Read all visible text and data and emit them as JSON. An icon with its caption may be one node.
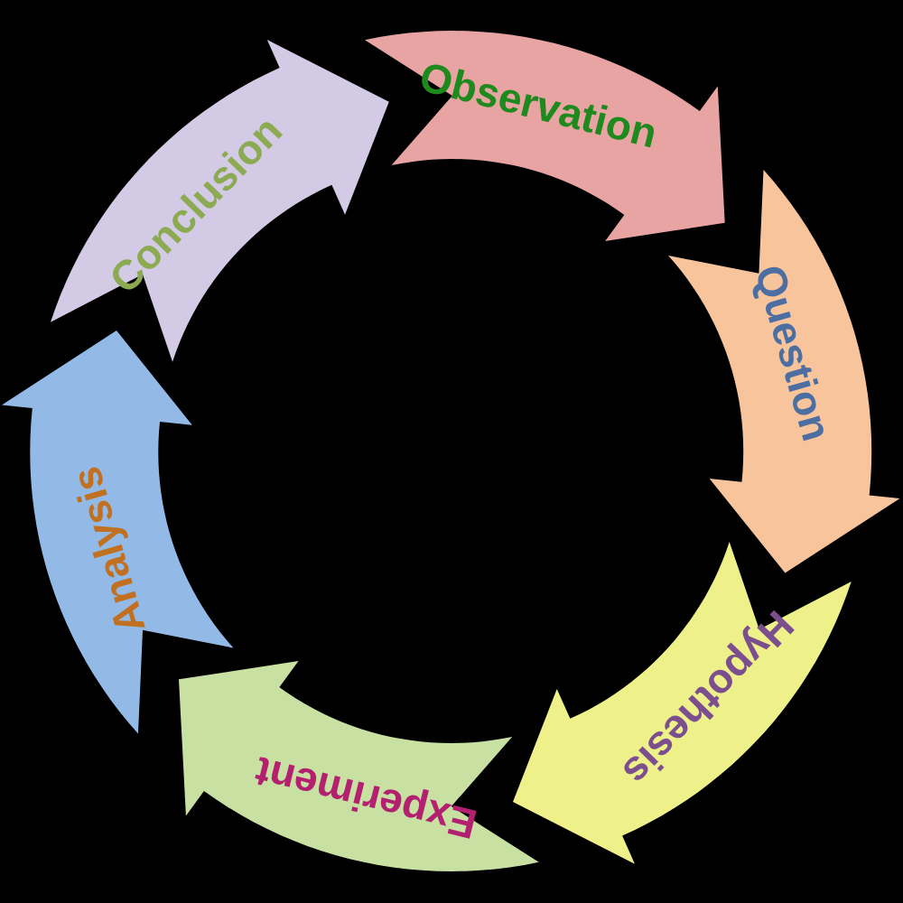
{
  "diagram": {
    "nodes": [
      {
        "text": [
          "Observation"
        ]
      },
      {
        "text": [
          "Question"
        ]
      },
      {
        "text": [
          "Hypothesis"
        ]
      },
      {
        "text": [
          "Experiment"
        ]
      },
      {
        "text": [
          "Analysis"
        ]
      },
      {
        "text": [
          "Conclusion"
        ]
      }
    ]
  }
}
